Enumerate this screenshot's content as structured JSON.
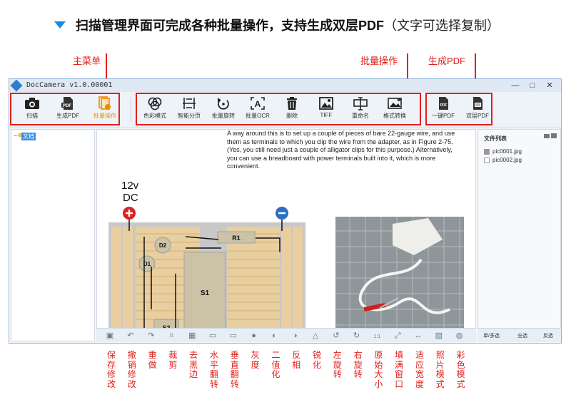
{
  "header": {
    "title": "扫描管理界面可完成各种批量操作，支持生成双层PDF",
    "subtitle": "（文字可选择复制）"
  },
  "annotations": {
    "main_menu": "主菜单",
    "batch_ops": "批量操作",
    "gen_pdf": "生成PDF"
  },
  "window": {
    "title": "DocCamera v1.0.00001",
    "minimize": "—",
    "maximize": "□",
    "close": "✕"
  },
  "toolbar": {
    "main": [
      {
        "label": "扫描",
        "icon": "camera-icon"
      },
      {
        "label": "生成PDF",
        "icon": "pdf-icon"
      },
      {
        "label": "批量操作",
        "icon": "batch-icon",
        "active": true
      }
    ],
    "batch": [
      {
        "label": "色彩模式",
        "icon": "color-mode-icon"
      },
      {
        "label": "智能分页",
        "icon": "split-page-icon"
      },
      {
        "label": "批量旋转",
        "icon": "rotate-icon"
      },
      {
        "label": "批量OCR",
        "icon": "ocr-icon"
      },
      {
        "label": "删除",
        "icon": "trash-icon"
      },
      {
        "label": "TIFF",
        "icon": "tiff-icon"
      },
      {
        "label": "重命名",
        "icon": "rename-icon"
      },
      {
        "label": "格式转换",
        "icon": "convert-icon"
      }
    ],
    "pdf": [
      {
        "label": "一键PDF",
        "icon": "one-click-pdf-icon"
      },
      {
        "label": "双层PDF",
        "icon": "double-layer-pdf-icon"
      }
    ]
  },
  "tree": {
    "root": "文档"
  },
  "document": {
    "text": "A way around this is to set up a couple of pieces of bare 22-gauge wire, and use them as terminals to which you clip the wire from the adapter, as in Figure 2-75. (Yes, you still need just a couple of alligator clips for this purpose.) Alternatively, you can use a breadboard with power terminals built into it, which is more convenient.",
    "voltage": "12v",
    "dc": "DC",
    "d1": "D1",
    "d2": "D2",
    "r1": "R1",
    "s1": "S1",
    "s2": "S2"
  },
  "file_list": {
    "title": "文件列表",
    "files": [
      {
        "name": "pic0001.jpg",
        "checked": true
      },
      {
        "name": "pic0002.jpg",
        "checked": false
      }
    ],
    "single_multi": "单/多选",
    "select_all": "全选",
    "invert": "反选"
  },
  "bottom_tools": [
    {
      "label": "保存修改",
      "icon": "save-icon",
      "glyph": "▣"
    },
    {
      "label": "撤销修改",
      "icon": "undo-icon",
      "glyph": "↶"
    },
    {
      "label": "重做",
      "icon": "redo-icon",
      "glyph": "↷"
    },
    {
      "label": "裁剪",
      "icon": "crop-icon",
      "glyph": "⌗"
    },
    {
      "label": "去黑边",
      "icon": "remove-border-icon",
      "glyph": "▦"
    },
    {
      "label": "水平翻转",
      "icon": "flip-horizontal-icon",
      "glyph": "▭"
    },
    {
      "label": "垂直翻转",
      "icon": "flip-vertical-icon",
      "glyph": "▭"
    },
    {
      "label": "灰度",
      "icon": "grayscale-icon",
      "glyph": "●"
    },
    {
      "label": "二值化",
      "icon": "binarize-icon",
      "glyph": "◐"
    },
    {
      "label": "反相",
      "icon": "invert-icon",
      "glyph": "◑"
    },
    {
      "label": "锐化",
      "icon": "sharpen-icon",
      "glyph": "△"
    },
    {
      "label": "左旋转",
      "icon": "rotate-left-icon",
      "glyph": "↺"
    },
    {
      "label": "右旋转",
      "icon": "rotate-right-icon",
      "glyph": "↻"
    },
    {
      "label": "原始大小",
      "icon": "original-size-icon",
      "glyph": "1:1"
    },
    {
      "label": "填满窗口",
      "icon": "fill-window-icon",
      "glyph": "⤢"
    },
    {
      "label": "适应宽度",
      "icon": "fit-width-icon",
      "glyph": "↔"
    },
    {
      "label": "照片模式",
      "icon": "photo-mode-icon",
      "glyph": "▨"
    },
    {
      "label": "彩色模式",
      "icon": "color-mode-bottom-icon",
      "glyph": "◍"
    }
  ],
  "colors": {
    "accent": "#e0201a",
    "brand": "#1a8be0",
    "active": "#f08a00"
  }
}
